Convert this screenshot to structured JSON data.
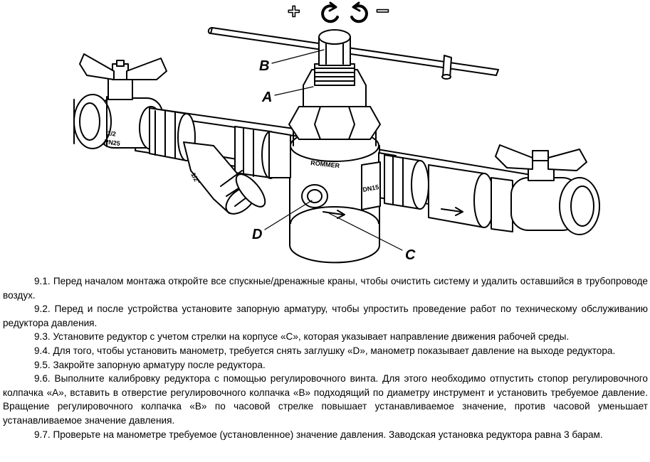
{
  "figure": {
    "labels": {
      "a": "A",
      "b": "B",
      "c": "C",
      "d": "D"
    },
    "markings": {
      "left_valve": "1/2",
      "left_pn": "PN25",
      "strainer": "1/2\"",
      "brand": "ROMMER",
      "dn": "DN15"
    },
    "symbols": {
      "plus": "+",
      "minus": "−"
    }
  },
  "paragraphs": [
    "9.1. Перед началом монтажа откройте все спускные/дренажные краны, чтобы очистить систему и удалить оставшийся в трубопроводе воздух.",
    "9.2. Перед и после устройства установите запорную арматуру, чтобы упростить проведение работ по техническому обслуживанию редуктора давления.",
    "9.3. Установите редуктор с учетом стрелки на корпусе «C», которая указывает направление движения рабочей среды.",
    "9.4. Для того, чтобы установить манометр, требуется снять заглушку «D», манометр показывает давление на выходе редуктора.",
    "9.5. Закройте запорную арматуру после редуктора.",
    "9.6. Выполните калибровку редуктора с помощью регулировочного винта. Для этого необходимо отпустить стопор регулировочного колпачка «A», вставить в отверстие регулировочного колпачка «B» подходящий по диаметру инструмент и установить требуемое давление. Вращение регулировочного колпачка «B» по часовой стрелке повышает устанавливаемое значение, против часовой уменьшает устанавливаемое значение давления.",
    "9.7. Проверьте на манометре требуемое (установленное) значение давления. Заводская установка редуктора равна 3 барам."
  ]
}
